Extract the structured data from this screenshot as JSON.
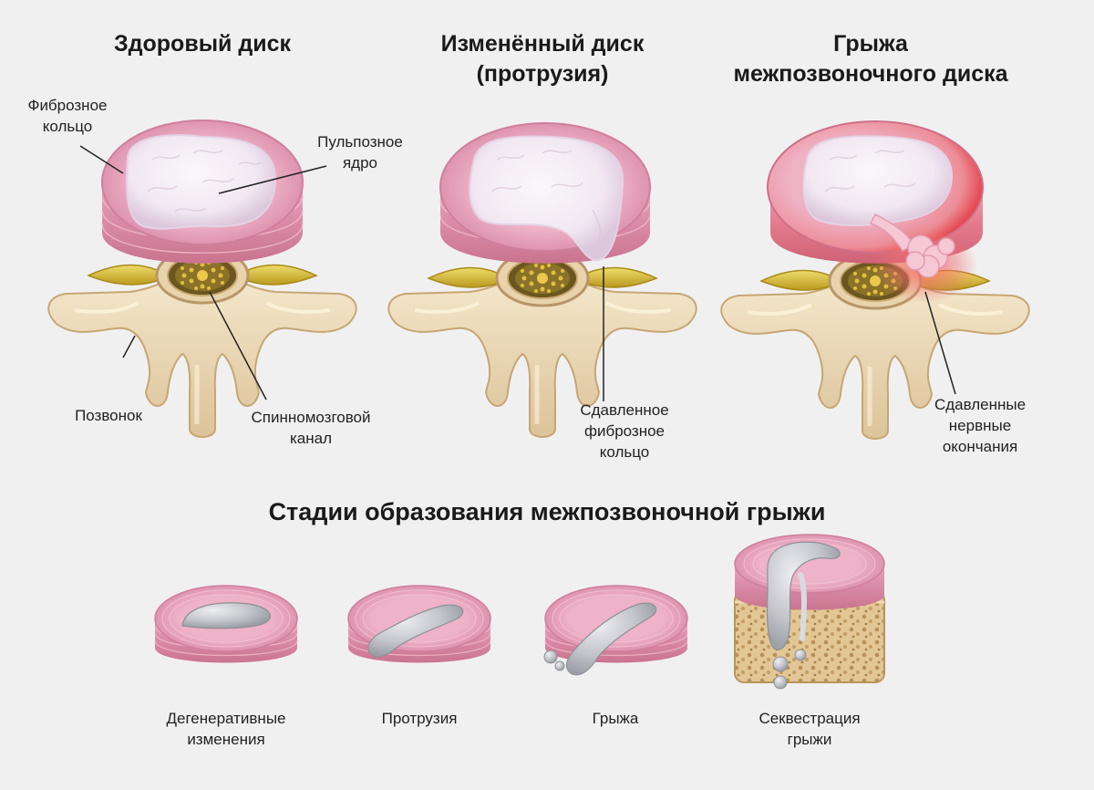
{
  "headings": {
    "healthy": "Здоровый диск",
    "protrusion": [
      "Изменённый диск",
      "(протрузия)"
    ],
    "hernia": [
      "Грыжа",
      "межпозвоночного диска"
    ]
  },
  "labels": {
    "annulus": [
      "Фиброзное",
      "кольцо"
    ],
    "nucleus": [
      "Пульпозное",
      "ядро"
    ],
    "vertebra": "Позвонок",
    "canal": [
      "Спинномозговой",
      "канал"
    ],
    "compressed_annulus": [
      "Сдавленное",
      "фиброзное",
      "кольцо"
    ],
    "compressed_nerves": [
      "Сдавленные",
      "нервные",
      "окончания"
    ]
  },
  "stages_title": "Стадии образования межпозвоночной грыжи",
  "stages": [
    {
      "label": [
        "Дегенеративные",
        "изменения"
      ]
    },
    {
      "label": [
        "Протрузия"
      ]
    },
    {
      "label": [
        "Грыжа"
      ]
    },
    {
      "label": [
        "Секвестрация",
        "грыжи"
      ]
    }
  ],
  "colors": {
    "background": "#f1f0f1",
    "annulus": "#e3a0b8",
    "nucleus": "#f3ecf4",
    "bone": "#ead7b2",
    "nerve": "#d8be3a",
    "inflammation": "#e5484f",
    "extruded_nucleus": "#bfc1c7"
  }
}
